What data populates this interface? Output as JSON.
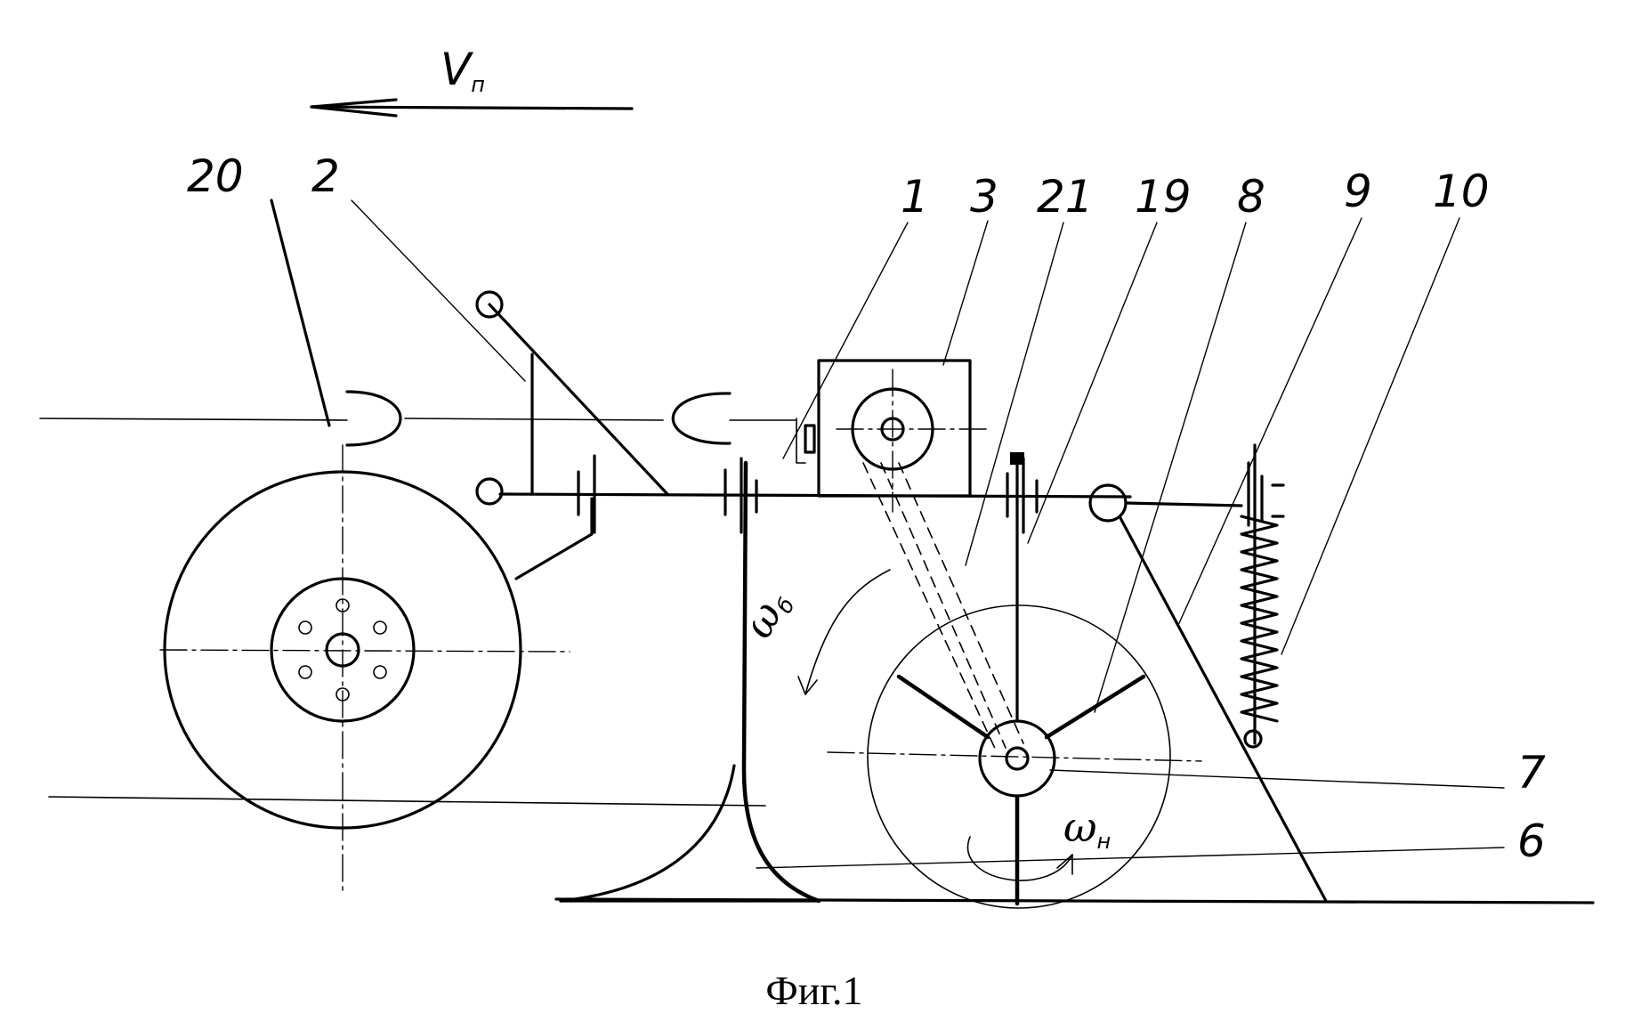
{
  "figure": {
    "caption": "Фиг.1",
    "velocity_label": "V",
    "velocity_subscript": "п",
    "omega_b_label": "ω",
    "omega_b_subscript": "б",
    "omega_n_label": "ω",
    "omega_n_subscript": "н"
  },
  "callouts": [
    {
      "id": "20",
      "label": "20"
    },
    {
      "id": "2",
      "label": "2"
    },
    {
      "id": "1",
      "label": "1"
    },
    {
      "id": "3",
      "label": "3"
    },
    {
      "id": "21",
      "label": "21"
    },
    {
      "id": "19",
      "label": "19"
    },
    {
      "id": "8",
      "label": "8"
    },
    {
      "id": "9",
      "label": "9"
    },
    {
      "id": "10",
      "label": "10"
    },
    {
      "id": "7",
      "label": "7"
    },
    {
      "id": "6",
      "label": "6"
    }
  ]
}
